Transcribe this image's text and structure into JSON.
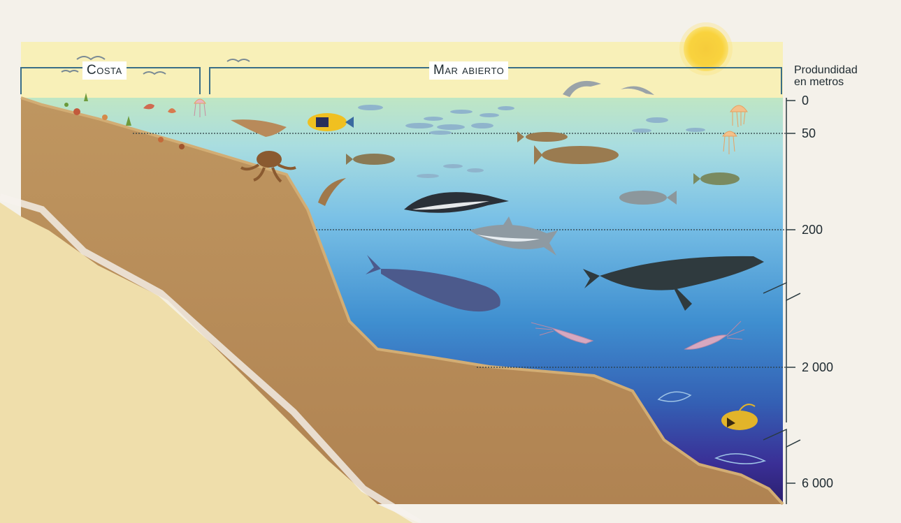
{
  "zones": {
    "coast_label": "Costa",
    "open_sea_label": "Mar abierto"
  },
  "depth_scale": {
    "title_line1": "Produndidad",
    "title_line2": "en metros",
    "marks": [
      "0",
      "50",
      "200",
      "2 000",
      "6 000"
    ]
  },
  "colors": {
    "sky": "#f7efb6",
    "sun": "#f7c51b",
    "water_surface": "#b7e2c5",
    "water_mid": "#6ab4e0",
    "water_deep": "#2d2d8c",
    "seafloor": "#b98d5a",
    "land": "#efdeaa"
  }
}
